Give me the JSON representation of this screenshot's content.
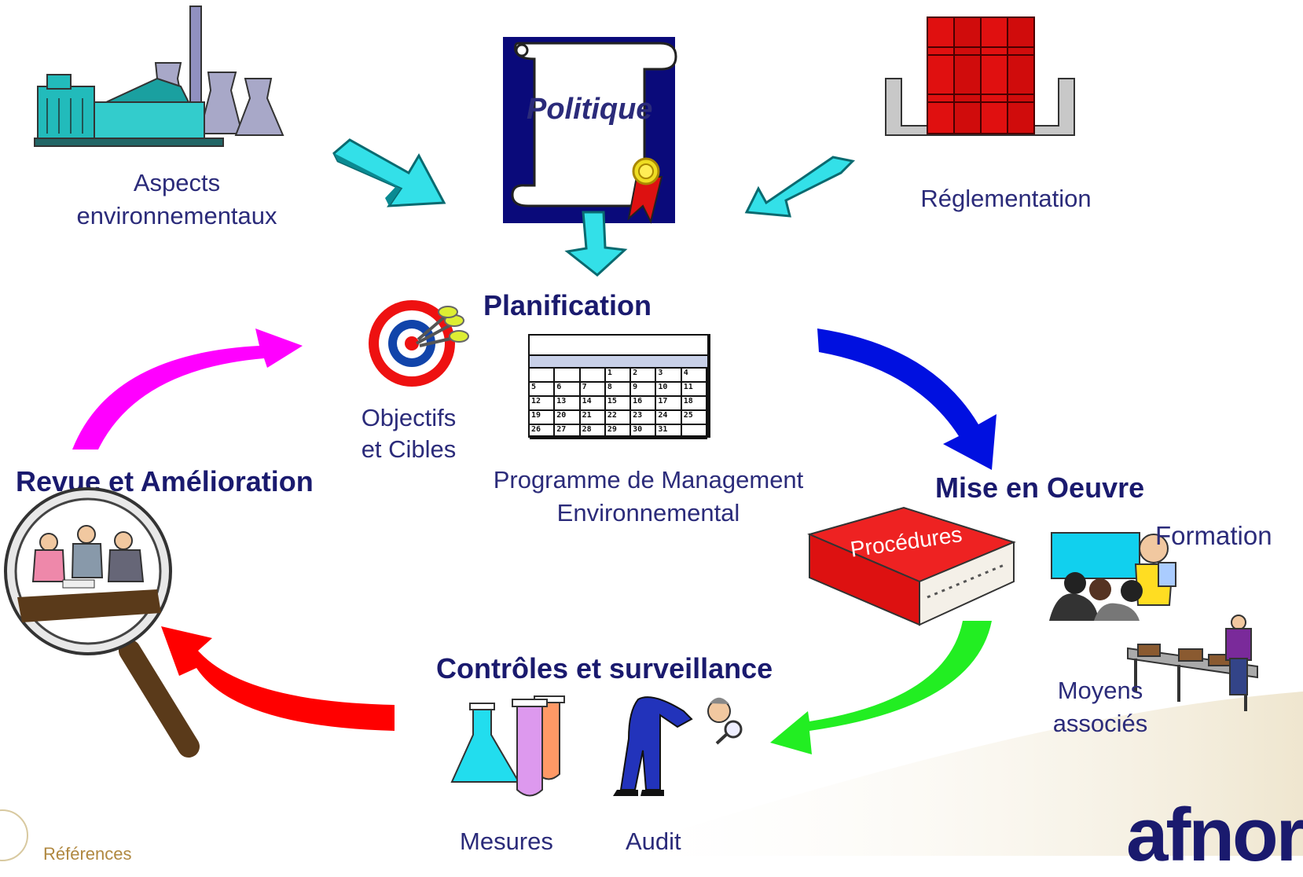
{
  "sections": {
    "aspects": "Aspects\nenvironnementaux",
    "reglementation": "Réglementation",
    "politique": "Politique",
    "planification": "Planification",
    "objectifs": "Objectifs\net Cibles",
    "programme": "Programme de Management\nEnvironnemental",
    "mise_en_oeuvre": "Mise en Oeuvre",
    "procedures": "Procédures",
    "formation": "Formation",
    "moyens": "Moyens\nassociés",
    "controles": "Contrôles et surveillance",
    "mesures": "Mesures",
    "audit": "Audit",
    "revue": "Revue et Amélioration"
  },
  "calendar": {
    "rows": [
      [
        "",
        "",
        "",
        "1",
        "2",
        "3",
        "4"
      ],
      [
        "5",
        "6",
        "7",
        "8",
        "9",
        "10",
        "11"
      ],
      [
        "12",
        "13",
        "14",
        "15",
        "16",
        "17",
        "18"
      ],
      [
        "19",
        "20",
        "21",
        "22",
        "23",
        "24",
        "25"
      ],
      [
        "26",
        "27",
        "28",
        "29",
        "30",
        "31",
        ""
      ]
    ]
  },
  "footer": {
    "references": "Références",
    "logo": "afnor"
  },
  "colors": {
    "arrow_cyan": "#33e0e8",
    "arrow_blue": "#0010e0",
    "arrow_green": "#22ee22",
    "arrow_red": "#ff0000",
    "arrow_magenta": "#ff00ff",
    "heading": "#1a1a6e",
    "label": "#2b2b7a",
    "logo": "#1a1a6e"
  }
}
